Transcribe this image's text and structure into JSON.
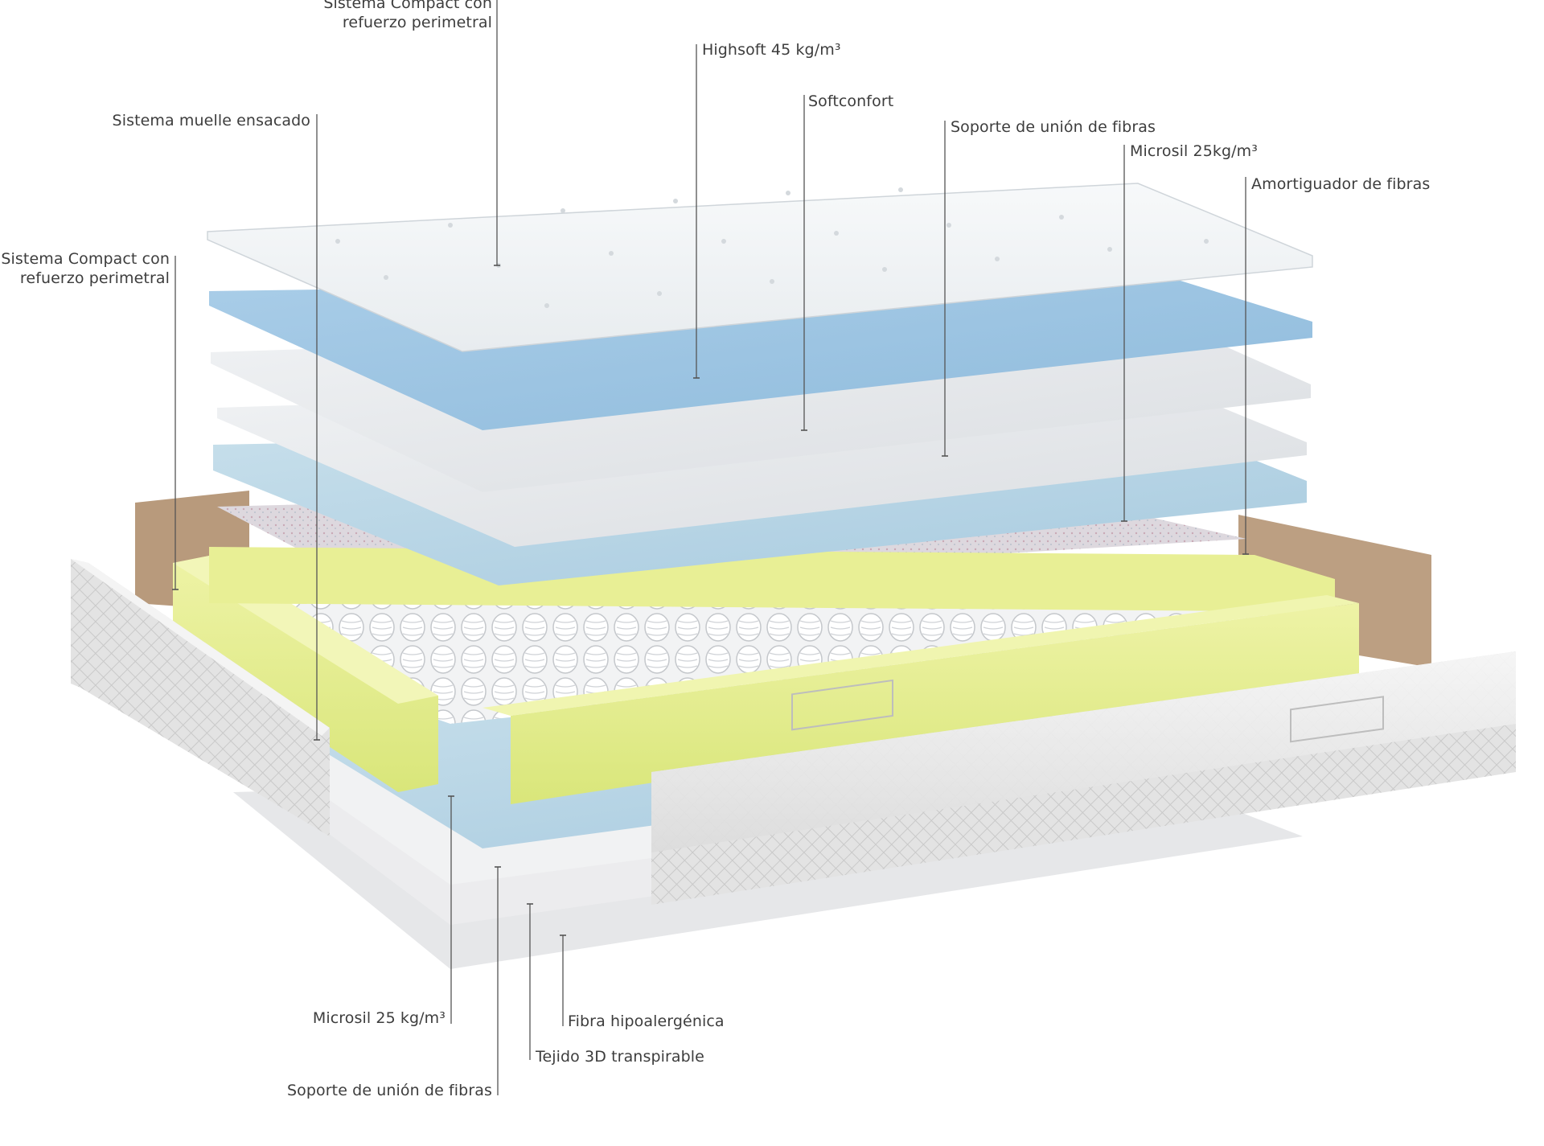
{
  "labels": {
    "compact_top": "Sistema Compact con\nrefuerzo perimetral",
    "highsoft": "Highsoft 45 kg/m³",
    "softconfort": "Softconfort",
    "soporte_top": "Soporte de unión de fibras",
    "microsil_top": "Microsil 25kg/m³",
    "amortiguador": "Amortiguador de fibras",
    "muelle": "Sistema muelle ensacado",
    "compact_left": "Sistema Compact con\nrefuerzo perimetral",
    "microsil_bottom": "Microsil 25 kg/m³",
    "fibra": "Fibra hipoalergénica",
    "tejido": "Tejido 3D transpirable",
    "soporte_bottom": "Soporte de unión de fibras"
  },
  "layers": [
    {
      "name": "top-cover-fabric",
      "color": "#f1f4f6"
    },
    {
      "name": "highsoft-foam",
      "color": "#9cc4e2"
    },
    {
      "name": "softconfort-layer",
      "color": "#e6e9ed"
    },
    {
      "name": "fiber-support-layer",
      "color": "#dfe2e6"
    },
    {
      "name": "microsil-foam",
      "color": "#b5d3e5"
    },
    {
      "name": "fiber-damper-felt",
      "color": "#d8d3d9"
    },
    {
      "name": "pocket-spring-core",
      "color": "#e9eaec"
    },
    {
      "name": "compact-perimeter-foam",
      "color": "#e4ed8e"
    },
    {
      "name": "side-panel-fabric",
      "color": "#eeeeee"
    },
    {
      "name": "back-border-panel",
      "color": "#b89a7c"
    }
  ]
}
